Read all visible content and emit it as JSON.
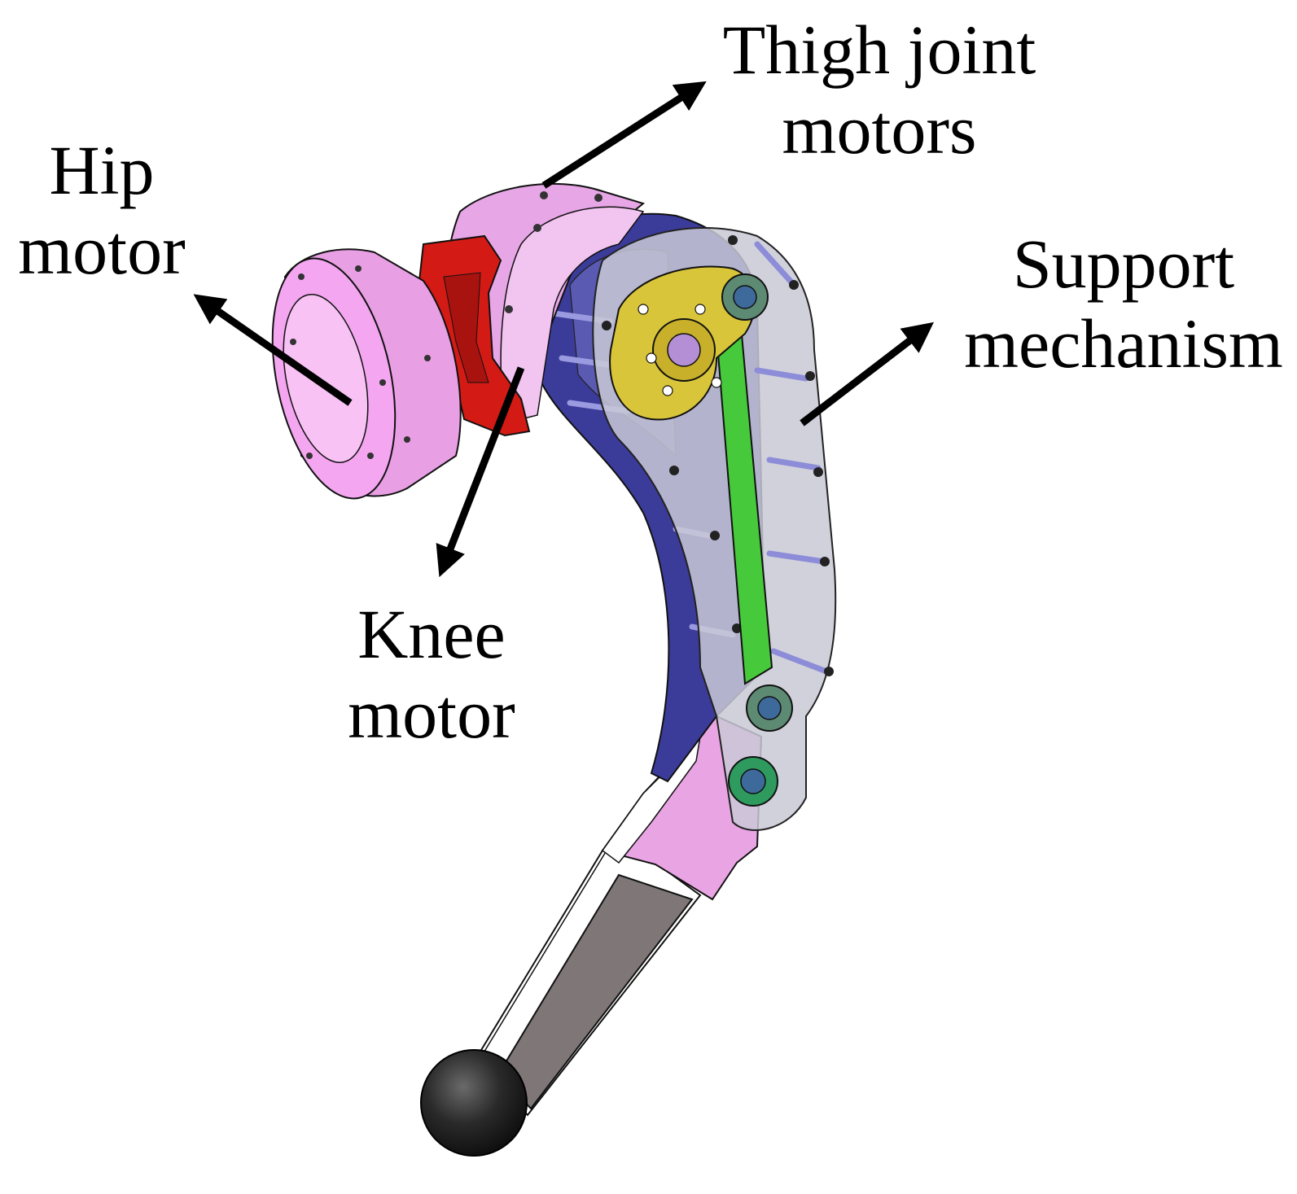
{
  "labels": {
    "hip": {
      "line1": "Hip",
      "line2": "motor"
    },
    "thigh": {
      "line1": "Thigh joint",
      "line2": "motors"
    },
    "support": {
      "line1": "Support",
      "line2": "mechanism"
    },
    "knee": {
      "line1": "Knee",
      "line2": "motor"
    }
  },
  "colors": {
    "hip_motor": "#f4a6f0",
    "thigh_motor": "#e7a6e6",
    "bracket": "#d41a14",
    "thigh_frame": "#3b3b9a",
    "cover": "#c9c9d6",
    "crank": "#d8c53a",
    "link": "#46c93a",
    "shank_upper": "#e9a4e4",
    "shank_lower": "#7f7677",
    "foot": "#222222",
    "arrow": "#000000"
  }
}
